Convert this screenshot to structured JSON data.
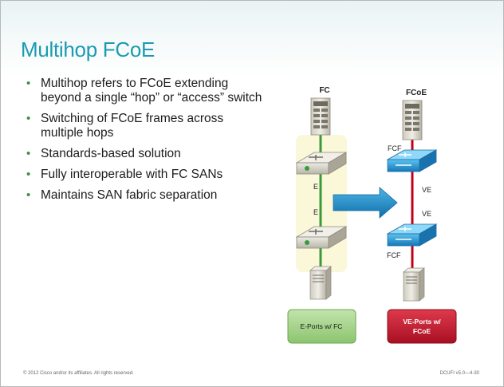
{
  "slide": {
    "title": "Multihop FCoE",
    "bullets": [
      "Multihop refers to FCoE extending beyond a single “hop” or “access” switch",
      "Switching of FCoE frames across multiple hops",
      "Standards-based solution",
      "Fully interoperable with FC SANs",
      "Maintains SAN fabric separation"
    ]
  },
  "diagram": {
    "left_column_label": "FC",
    "right_column_label": "FCoE",
    "left_port_labels": [
      "E",
      "E"
    ],
    "right_link_labels": [
      "VE",
      "VE"
    ],
    "right_switch_labels": [
      "FCF",
      "FCF"
    ],
    "left_box_label": "E-Ports w/ FC",
    "right_box_label_line1": "VE-Ports w/",
    "right_box_label_line2": "FCoE",
    "colors": {
      "fc_link": "#3a9a3a",
      "fcoe_link": "#c0001a",
      "highlight_bg": "#fbf7d9",
      "arrow": "#1e8fcc",
      "fcoe_switch": "#28a4de",
      "fc_switch": "#d6d3c8",
      "left_box": "#a6d28e",
      "right_box": "#c2182c"
    },
    "icons": [
      "storage-array-icon",
      "fc-switch-icon",
      "fcf-switch-icon",
      "server-icon",
      "right-arrow-icon"
    ]
  },
  "footer": {
    "copyright": "© 2012 Cisco and/or its affiliates. All rights reserved.",
    "course": "DCUFI v5.0—4-30"
  }
}
